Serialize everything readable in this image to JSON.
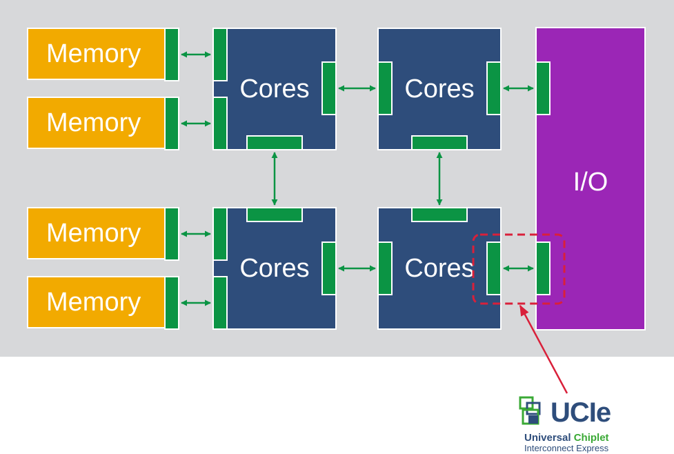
{
  "labels": {
    "memory": "Memory",
    "cores": "Cores",
    "io": "I/O"
  },
  "logo": {
    "wordmark": "UCIe",
    "tagline_word1": "Universal",
    "tagline_word2": "Chiplet",
    "tagline_line2": "Interconnect Express"
  },
  "colors": {
    "background": "#d7d8da",
    "memory": "#f2aa00",
    "cores": "#2e4d7b",
    "io": "#9b26b6",
    "phy": "#0b9444",
    "highlight": "#d9203a"
  }
}
